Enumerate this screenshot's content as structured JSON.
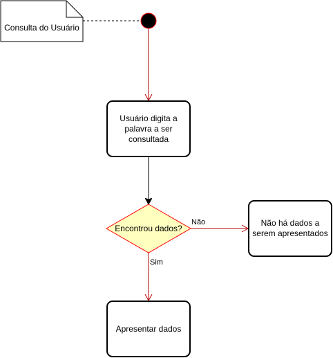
{
  "note": {
    "text": "Consulta do Usuário"
  },
  "nodes": {
    "start": {
      "fill": "#000000",
      "stroke": "#ff0000"
    },
    "action_typing": {
      "text": "Usuário digita a palavra a ser consultada"
    },
    "decision": {
      "text": "Encontrou dados?",
      "fill": "#ffffc0",
      "stroke": "#ff0000"
    },
    "action_no_data": {
      "text": "Não há dados a serem apresentados"
    },
    "action_show": {
      "text": "Apresentar dados"
    }
  },
  "edges": {
    "no_label": "Não",
    "yes_label": "Sim"
  },
  "colors": {
    "flow_red": "#b30000",
    "flow_black": "#000000",
    "connector_dashed": "#000000"
  }
}
